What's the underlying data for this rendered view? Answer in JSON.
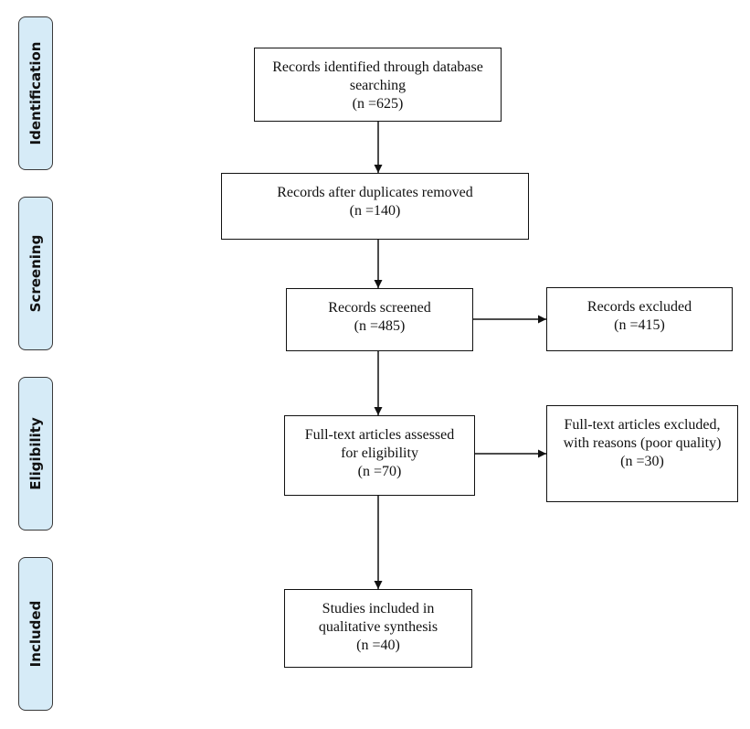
{
  "phases": {
    "identification": "Identification",
    "screening": "Screening",
    "eligibility": "Eligibility",
    "included": "Included"
  },
  "boxes": {
    "identified": {
      "line1": "Records identified through database",
      "line2": "searching",
      "line3": "(n =625)"
    },
    "duplicates_removed": {
      "line1": "Records after duplicates removed",
      "line2": "(n =140)"
    },
    "screened": {
      "line1": "Records screened",
      "line2": "(n =485)"
    },
    "excluded": {
      "line1": "Records excluded",
      "line2": "(n =415)"
    },
    "full_text_assessed": {
      "line1": "Full-text articles assessed",
      "line2": "for eligibility",
      "line3": "(n =70)"
    },
    "full_text_excluded": {
      "line1": "Full-text articles excluded,",
      "line2": "with reasons (poor quality)",
      "line3": "(n =30)"
    },
    "included_studies": {
      "line1": "Studies included in",
      "line2": "qualitative synthesis",
      "line3": "(n =40)"
    }
  },
  "colors": {
    "phase_fill": "#d6ebf7",
    "stroke": "#111111"
  }
}
